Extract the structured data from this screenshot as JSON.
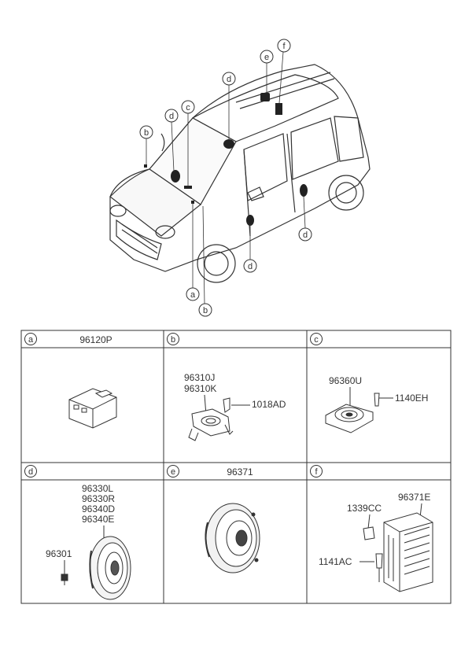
{
  "vehicle": {
    "callouts": [
      "e",
      "f",
      "d",
      "c",
      "d",
      "b",
      "a",
      "b",
      "d",
      "d"
    ]
  },
  "cells": [
    {
      "letter": "a",
      "title": "96120P",
      "parts": []
    },
    {
      "letter": "b",
      "title": "",
      "parts": [
        "96310J",
        "96310K",
        "1018AD"
      ]
    },
    {
      "letter": "c",
      "title": "",
      "parts": [
        "96360U",
        "1140EH"
      ]
    },
    {
      "letter": "d",
      "title": "",
      "parts": [
        "96330L",
        "96330R",
        "96340D",
        "96340E",
        "96301"
      ]
    },
    {
      "letter": "e",
      "title": "96371",
      "parts": []
    },
    {
      "letter": "f",
      "title": "",
      "parts": [
        "96371E",
        "1339CC",
        "1141AC"
      ]
    }
  ]
}
